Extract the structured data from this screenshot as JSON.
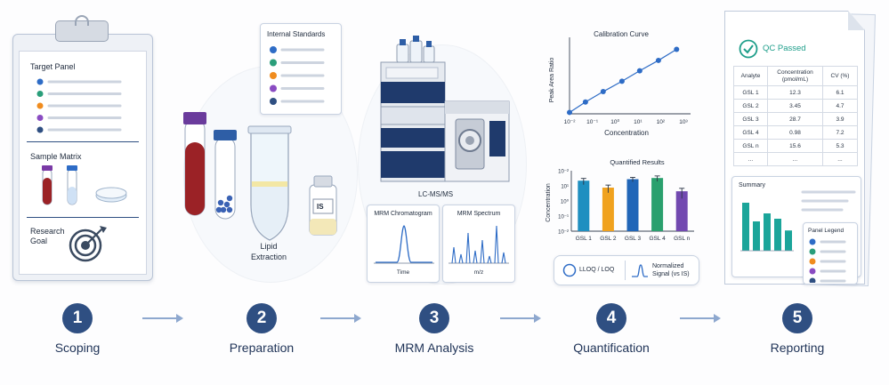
{
  "steps": [
    {
      "num": "1",
      "label": "Scoping"
    },
    {
      "num": "2",
      "label": "Preparation"
    },
    {
      "num": "3",
      "label": "MRM Analysis"
    },
    {
      "num": "4",
      "label": "Quantification"
    },
    {
      "num": "5",
      "label": "Reporting"
    }
  ],
  "scoping": {
    "target_panel": "Target Panel",
    "panel_colors": [
      "#2e6cc6",
      "#2a9e7a",
      "#f08c1e",
      "#8a4cc2",
      "#2f4f82"
    ],
    "sample_matrix": "Sample Matrix",
    "research_goal": "Research\nGoal"
  },
  "preparation": {
    "internal_standards": "Internal Standards",
    "is_colors": [
      "#2e6cc6",
      "#2a9e7a",
      "#f08c1e",
      "#8a4cc2",
      "#2f4f82"
    ],
    "lipid_extraction": "Lipid\nExtraction",
    "is_label": "IS"
  },
  "mrm": {
    "instrument_label": "LC-MS/MS",
    "chromatogram_title": "MRM Chromatogram",
    "chromatogram_x": "Time",
    "spectrum_title": "MRM Spectrum",
    "spectrum_x": "m/z"
  },
  "quantification": {
    "legend_lloq": "LLOQ / LOQ",
    "legend_signal": "Normalized\nSignal (vs IS)"
  },
  "reporting": {
    "qc_status": "QC Passed",
    "table_headers": [
      "Analyte",
      "Concentration\n(pmol/mL)",
      "CV (%)"
    ],
    "table_rows": [
      [
        "GSL 1",
        "12.3",
        "6.1"
      ],
      [
        "GSL 2",
        "3.45",
        "4.7"
      ],
      [
        "GSL 3",
        "28.7",
        "3.9"
      ],
      [
        "GSL 4",
        "0.98",
        "7.2"
      ],
      [
        "GSL n",
        "15.6",
        "5.3"
      ],
      [
        "...",
        "...",
        "..."
      ]
    ],
    "summary_title": "Summary",
    "summary_values": [
      0.9,
      0.55,
      0.7,
      0.6,
      0.38
    ],
    "panel_legend_title": "Panel Legend",
    "panel_legend_colors": [
      "#2e6cc6",
      "#2a9e7a",
      "#f08c1e",
      "#8a4cc2",
      "#2f4f82"
    ]
  },
  "chart_data": [
    {
      "type": "line",
      "title": "Calibration Curve",
      "xlabel": "Concentration",
      "ylabel": "Peak Area Ratio",
      "log_x": true,
      "x_tick_labels": [
        "10⁻²",
        "10⁻¹",
        "10⁰",
        "10¹",
        "10²",
        "10³"
      ],
      "x": [
        0.01,
        0.05,
        0.3,
        2,
        12,
        80,
        500
      ],
      "y": [
        0.02,
        0.17,
        0.32,
        0.47,
        0.62,
        0.77,
        0.93
      ]
    },
    {
      "type": "bar",
      "title": "Quantified Results",
      "ylabel": "Concentration",
      "log_y": true,
      "y_tick_labels": [
        "10⁻²",
        "10⁻¹",
        "10⁰",
        "10¹",
        "10⁻²"
      ],
      "categories": [
        "GSL 1",
        "GSL 2",
        "GSL 3",
        "GSL 4",
        "GSL n"
      ],
      "colors": [
        "#1f8fc0",
        "#f0a21e",
        "#2166b8",
        "#2aa06e",
        "#7249b0"
      ],
      "values": [
        15,
        4,
        20,
        25,
        2
      ],
      "errors": [
        8,
        2.5,
        8,
        12,
        1.5
      ]
    }
  ]
}
